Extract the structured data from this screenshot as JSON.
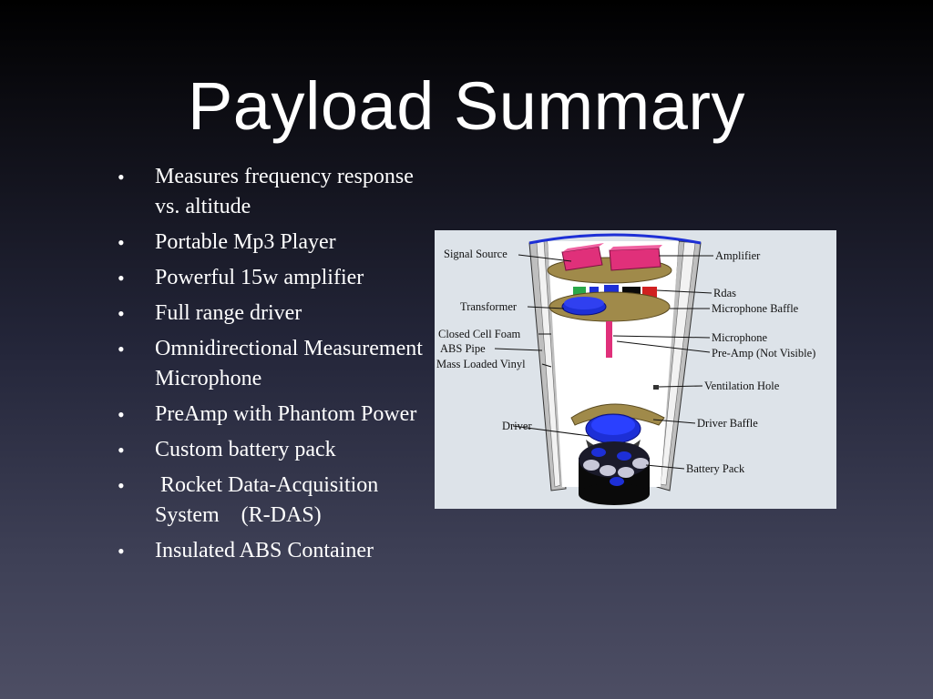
{
  "slide": {
    "title": "Payload Summary",
    "bullets": [
      "Measures frequency response vs. altitude",
      "Portable Mp3 Player",
      "Powerful 15w amplifier",
      "Full range driver",
      "Omnidirectional Measurement Microphone",
      "PreAmp with Phantom Power",
      "Custom battery pack",
      " Rocket Data-Acquisition System    (R-DAS)",
      "Insulated ABS Container"
    ],
    "bullet_glyph": "•"
  },
  "diagram": {
    "labels": {
      "signal_source": "Signal Source",
      "transformer": "Transformer",
      "closed_cell_foam": "Closed Cell Foam",
      "abs_pipe": "ABS Pipe",
      "mass_loaded_vinyl": "Mass Loaded Vinyl",
      "driver": "Driver",
      "amplifier": "Amplifier",
      "rdas": "Rdas",
      "microphone_baffle": "Microphone Baffle",
      "microphone": "Microphone",
      "pre_amp": "Pre-Amp (Not Visible)",
      "ventilation_hole": "Ventilation Hole",
      "driver_baffle": "Driver Baffle",
      "battery_pack": "Battery Pack"
    },
    "colors": {
      "background": "#dde3e9",
      "board": "#a08a4a",
      "module": "#e0307a",
      "blue": "#1d2fd6",
      "battery": "#0a0a0a"
    }
  }
}
